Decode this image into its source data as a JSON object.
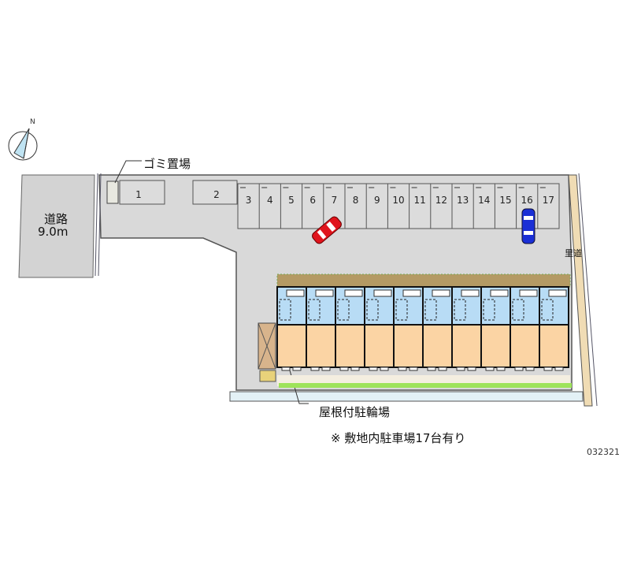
{
  "road": {
    "label": "道路",
    "width": "9.0m"
  },
  "trash_label": "ゴミ置場",
  "bike_label": "屋根付駐輪場",
  "path_label": "里道",
  "note": "※ 敷地内駐車場17台有り",
  "code": "032321",
  "compass_label": "N",
  "parking_spaces": [
    "1",
    "2",
    "3",
    "4",
    "5",
    "6",
    "7",
    "8",
    "9",
    "10",
    "11",
    "12",
    "13",
    "14",
    "15",
    "16",
    "17"
  ],
  "unit_count": 10,
  "colors": {
    "lot": "#d9d9d9",
    "road": "#d3d3d3",
    "unit_wet": "#b8dcf5",
    "unit_room": "#fbd4a4",
    "path": "#f0dcb4",
    "hedge": "#9ee35a",
    "car_red": "#e0141c",
    "car_blue": "#1a2fd6"
  }
}
